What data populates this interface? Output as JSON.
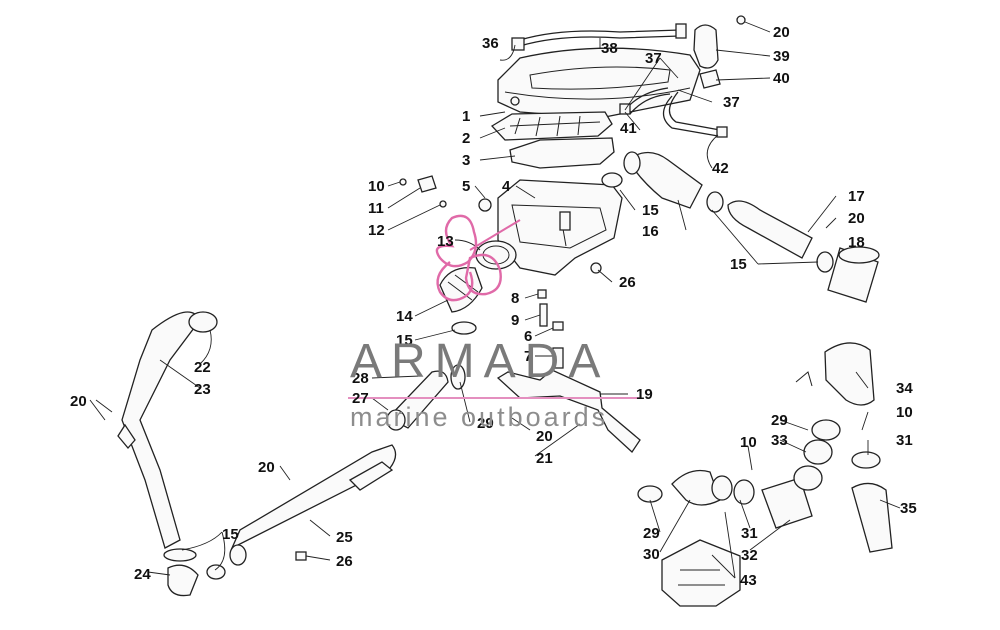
{
  "watermark": {
    "brand": "ARMADA",
    "tagline": "marine outboards",
    "logo_color": "#e06aa8",
    "rule_color": "#e48fbf"
  },
  "callouts": [
    "1",
    "2",
    "3",
    "4",
    "5",
    "6",
    "7",
    "8",
    "9",
    "10",
    "11",
    "12",
    "13",
    "14",
    "15",
    "16",
    "17",
    "18",
    "19",
    "20",
    "21",
    "22",
    "23",
    "24",
    "25",
    "26",
    "27",
    "28",
    "29",
    "30",
    "31",
    "32",
    "33",
    "34",
    "35",
    "36",
    "37",
    "38",
    "39",
    "40",
    "41",
    "42",
    "43"
  ],
  "labels": {
    "l1": "1",
    "l2": "2",
    "l3": "3",
    "l4": "4",
    "l5": "5",
    "l6": "6",
    "l7": "7",
    "l8": "8",
    "l9": "9",
    "l10a": "10",
    "l10b": "10",
    "l10c": "10",
    "l11": "11",
    "l12": "12",
    "l13": "13",
    "l14": "14",
    "l15a": "15",
    "l15b": "15",
    "l15c": "15",
    "l15d": "15",
    "l16": "16",
    "l17": "17",
    "l18": "18",
    "l19": "19",
    "l20a": "20",
    "l20b": "20",
    "l20c": "20",
    "l20d": "20",
    "l20e": "20",
    "l21": "21",
    "l22": "22",
    "l23": "23",
    "l24": "24",
    "l25": "25",
    "l26a": "26",
    "l26b": "26",
    "l27": "27",
    "l28": "28",
    "l29a": "29",
    "l29b": "29",
    "l29c": "29",
    "l30": "30",
    "l31a": "31",
    "l31b": "31",
    "l32": "32",
    "l33": "33",
    "l34": "34",
    "l35": "35",
    "l36": "36",
    "l37a": "37",
    "l37b": "37",
    "l38": "38",
    "l39": "39",
    "l40": "40",
    "l41": "41",
    "l42": "42",
    "l43": "43"
  }
}
